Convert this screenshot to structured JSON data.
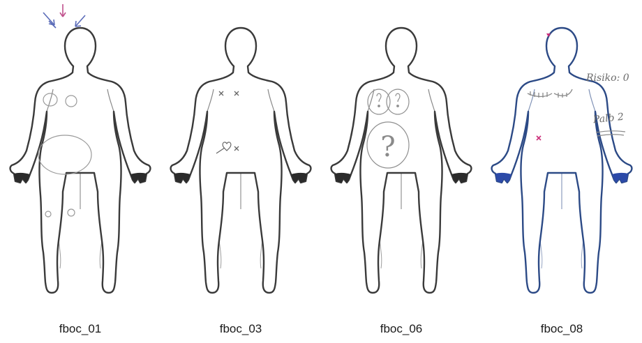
{
  "figures": [
    {
      "caption": "fboc_01",
      "outline_color": "#3a3a3a"
    },
    {
      "caption": "fboc_03",
      "outline_color": "#3a3a3a"
    },
    {
      "caption": "fboc_06",
      "outline_color": "#3a3a3a"
    },
    {
      "caption": "fboc_08",
      "outline_color": "#2c4a86"
    }
  ],
  "annotations": {
    "risk_label": "Risiko: 0",
    "palb_label": "Palb 2",
    "question_mark": "?"
  },
  "colors": {
    "pencil_gray": "#9a9a9a",
    "arrow_blue": "#5a6bb8",
    "arrow_pink": "#c0508c",
    "marker_pink": "#cc2f7a",
    "hand_dark": "#2b2b2b",
    "hand_blue": "#2c4aa8"
  },
  "icons": {
    "body": "human-body-outline-icon",
    "arrow": "arrow-icon",
    "cross": "x-mark-icon",
    "heart": "heart-icon"
  }
}
